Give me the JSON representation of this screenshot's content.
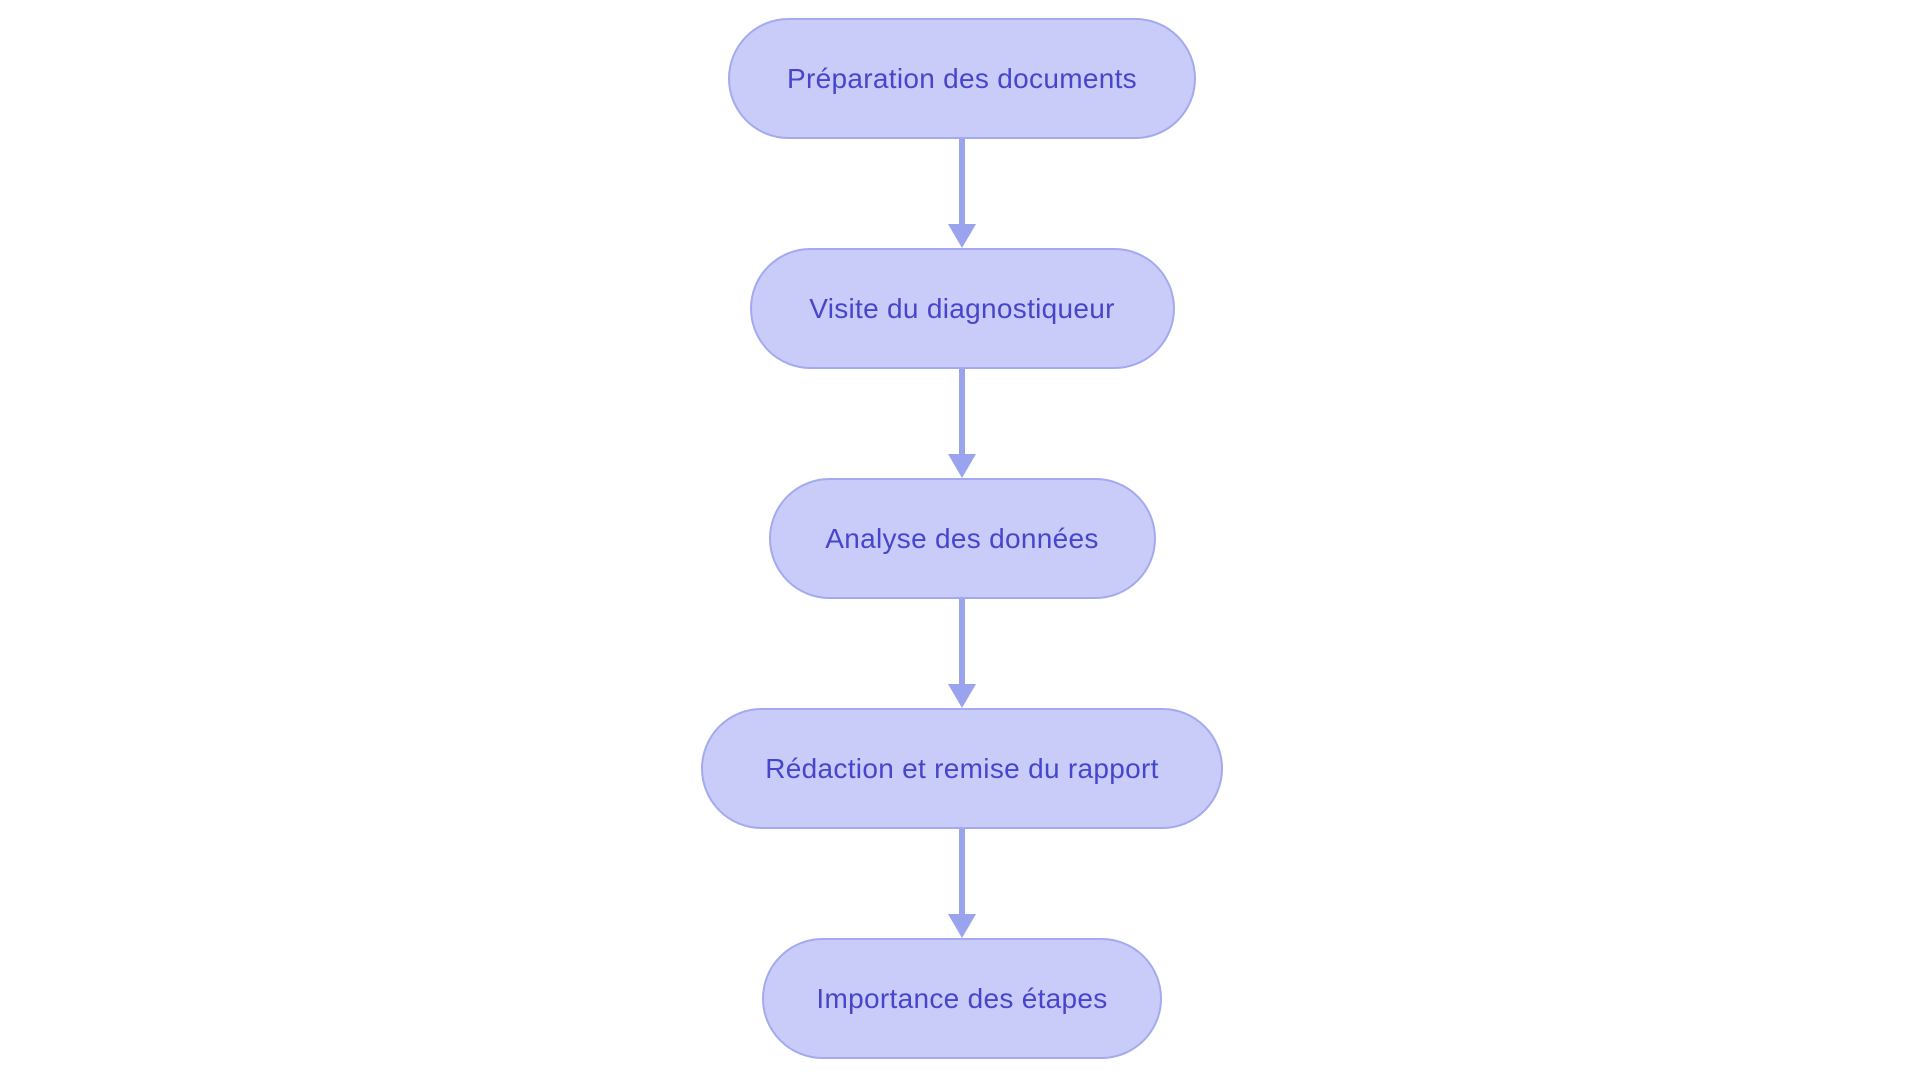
{
  "diagram": {
    "type": "flowchart",
    "direction": "top-down",
    "background_color": "#ffffff",
    "node_fill_color": "#c9ccf8",
    "node_border_color": "#a3aaee",
    "node_text_color": "#4646cd",
    "arrow_color": "#9aa3ee",
    "nodes": [
      {
        "id": "step-1",
        "label": "Préparation des documents"
      },
      {
        "id": "step-2",
        "label": "Visite du diagnostiqueur"
      },
      {
        "id": "step-3",
        "label": "Analyse des données"
      },
      {
        "id": "step-4",
        "label": "Rédaction et remise du rapport"
      },
      {
        "id": "step-5",
        "label": "Importance des étapes"
      }
    ],
    "edges": [
      {
        "from": "step-1",
        "to": "step-2"
      },
      {
        "from": "step-2",
        "to": "step-3"
      },
      {
        "from": "step-3",
        "to": "step-4"
      },
      {
        "from": "step-4",
        "to": "step-5"
      }
    ]
  }
}
